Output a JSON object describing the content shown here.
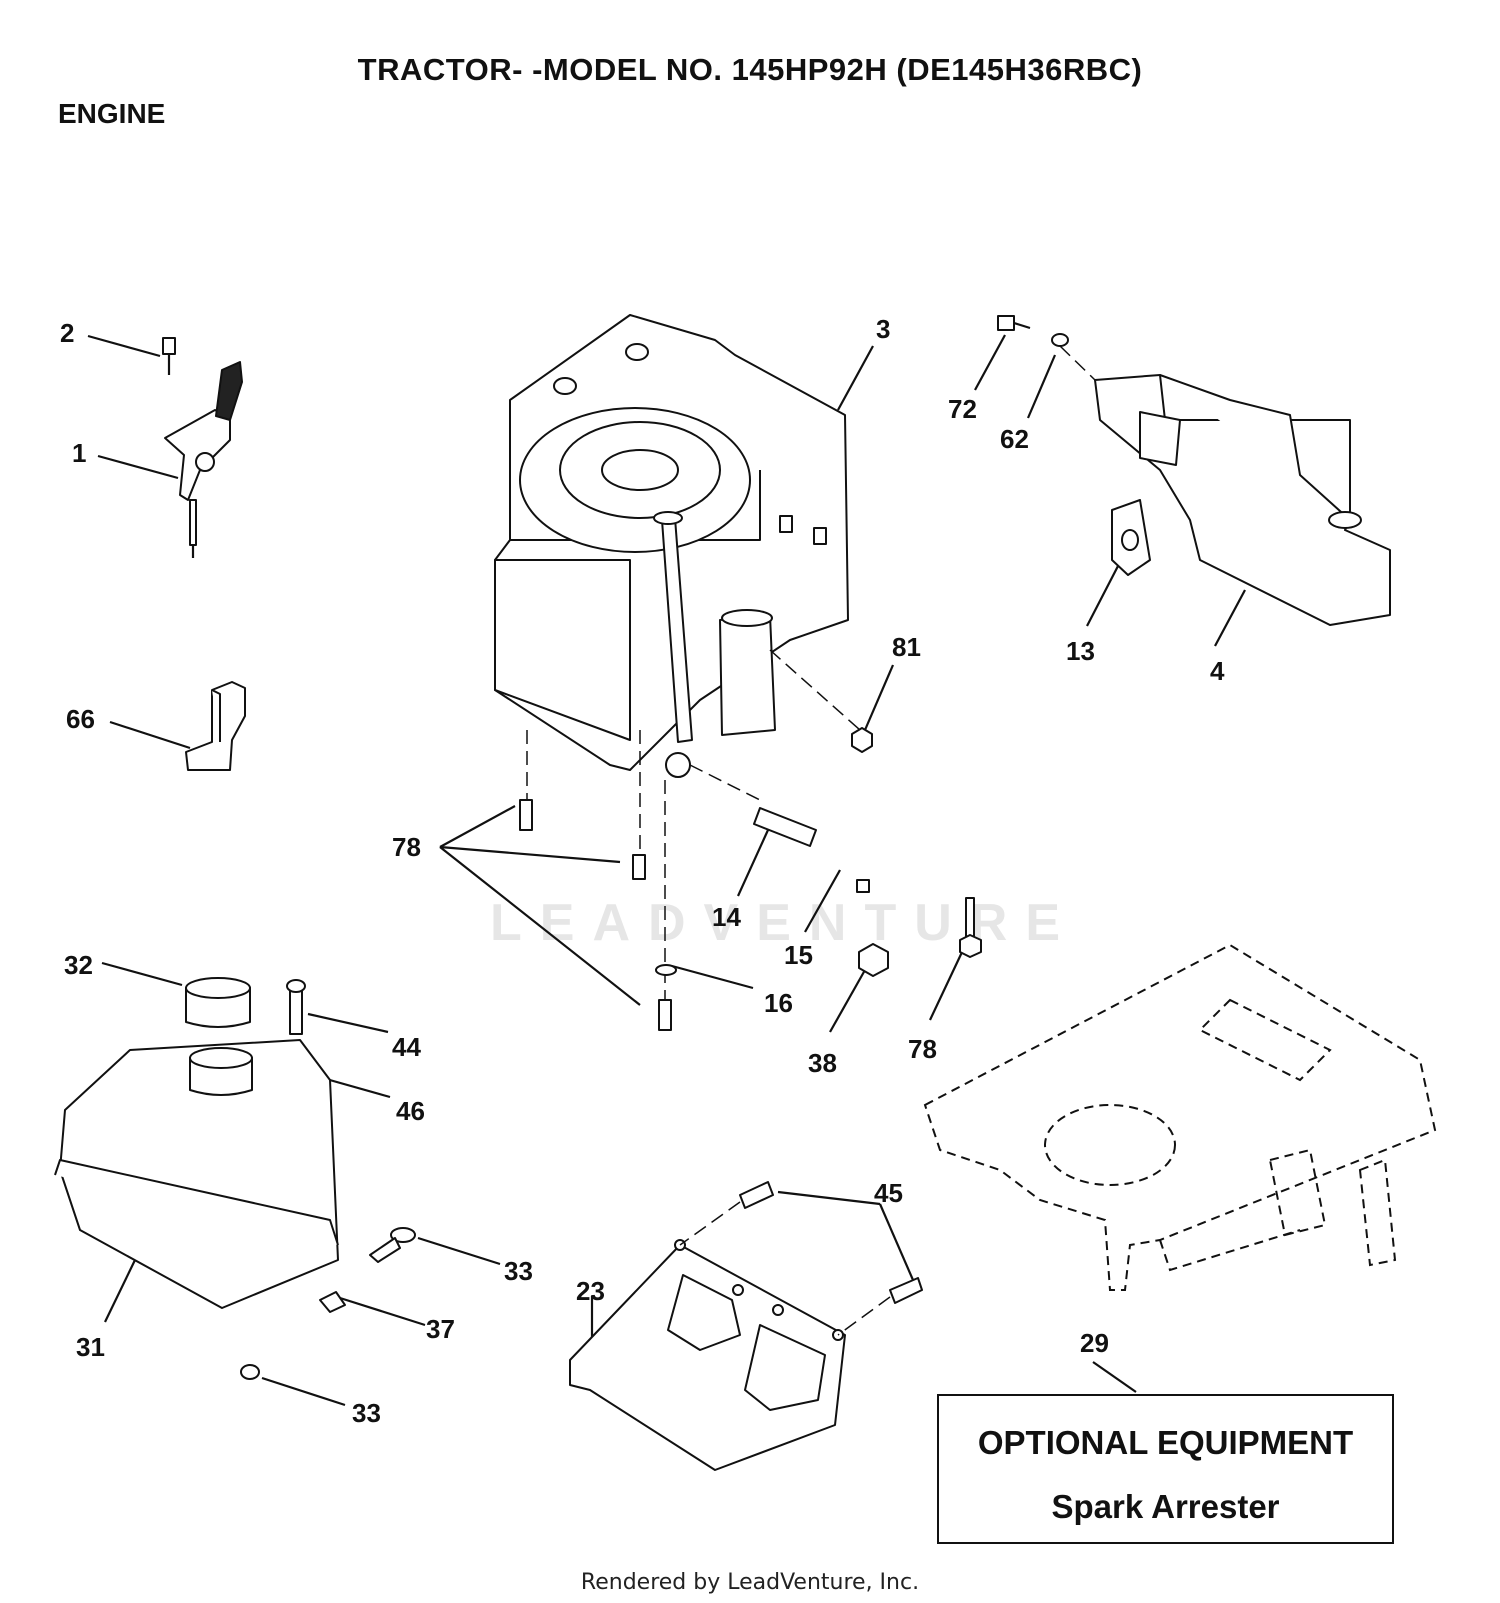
{
  "header": {
    "title": "TRACTOR- -MODEL NO. 145HP92H (DE145H36RBC)",
    "section": "ENGINE"
  },
  "watermark": "LEADVENTURE",
  "callouts": [
    {
      "id": "c2",
      "text": "2"
    },
    {
      "id": "c1",
      "text": "1"
    },
    {
      "id": "c66",
      "text": "66"
    },
    {
      "id": "c3",
      "text": "3"
    },
    {
      "id": "c72",
      "text": "72"
    },
    {
      "id": "c62",
      "text": "62"
    },
    {
      "id": "c13",
      "text": "13"
    },
    {
      "id": "c4",
      "text": "4"
    },
    {
      "id": "c81",
      "text": "81"
    },
    {
      "id": "c78a",
      "text": "78"
    },
    {
      "id": "c14",
      "text": "14"
    },
    {
      "id": "c15",
      "text": "15"
    },
    {
      "id": "c16",
      "text": "16"
    },
    {
      "id": "c38",
      "text": "38"
    },
    {
      "id": "c78b",
      "text": "78"
    },
    {
      "id": "c32",
      "text": "32"
    },
    {
      "id": "c44",
      "text": "44"
    },
    {
      "id": "c46",
      "text": "46"
    },
    {
      "id": "c31",
      "text": "31"
    },
    {
      "id": "c33a",
      "text": "33"
    },
    {
      "id": "c37",
      "text": "37"
    },
    {
      "id": "c33b",
      "text": "33"
    },
    {
      "id": "c45",
      "text": "45"
    },
    {
      "id": "c23",
      "text": "23"
    },
    {
      "id": "c29",
      "text": "29"
    }
  ],
  "optional_box": {
    "line1": "OPTIONAL EQUIPMENT",
    "line2": "Spark Arrester"
  },
  "footer": "Rendered by LeadVenture, Inc."
}
